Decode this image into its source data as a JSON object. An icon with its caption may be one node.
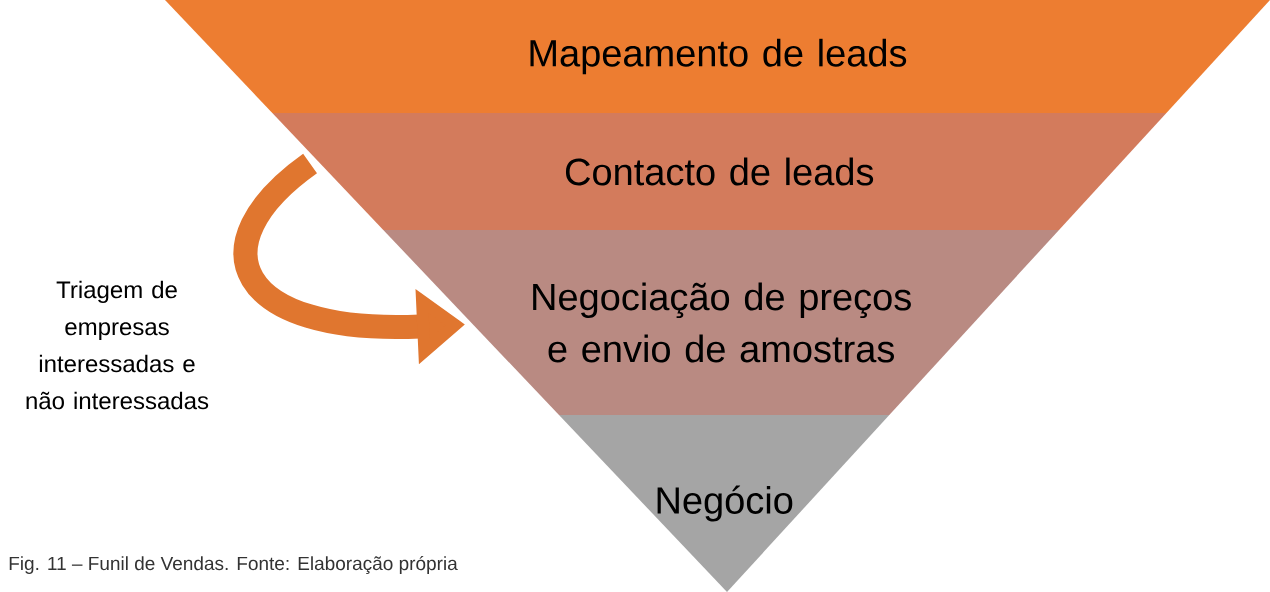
{
  "diagram": {
    "caption": "Fig. 11 – Funil de Vendas. Fonte: Elaboração própria",
    "nodes": [
      {
        "text": [
          "Mapeamento de leads"
        ]
      },
      {
        "text": [
          "Contacto de leads"
        ]
      },
      {
        "text": [
          "Negociação de preços e envio de amostras"
        ]
      },
      {
        "text": [
          "Negócio"
        ]
      }
    ],
    "edges": [
      {
        "from": 1,
        "to": 2,
        "arrow": "to",
        "label": "Triagem de empresas interessadas e não interessadas"
      }
    ]
  }
}
